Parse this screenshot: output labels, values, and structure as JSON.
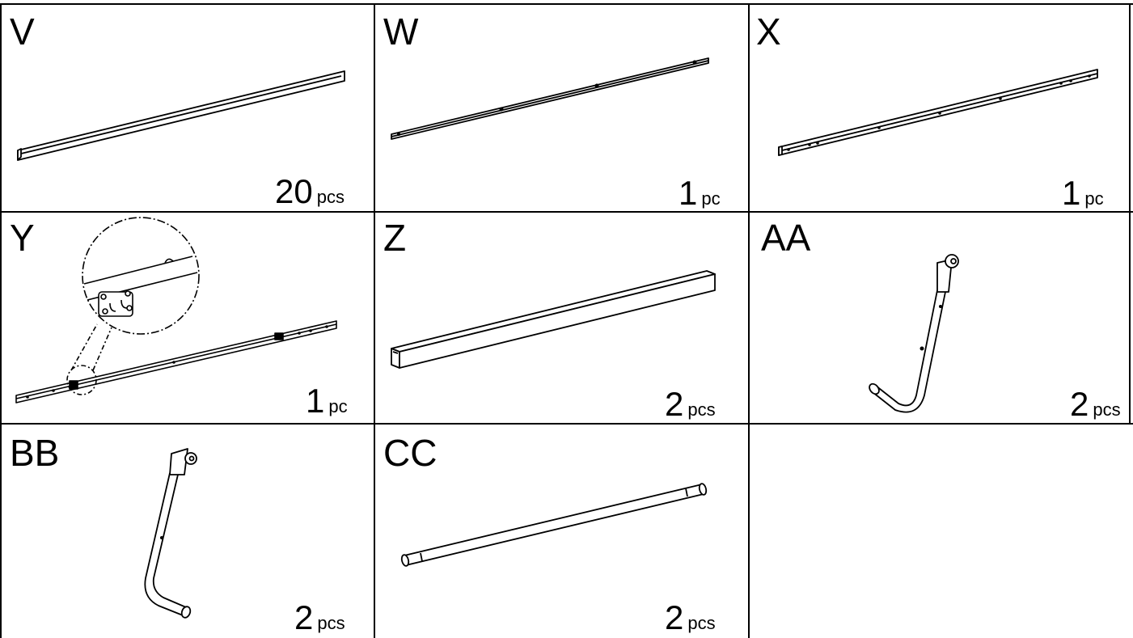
{
  "parts": [
    {
      "label": "V",
      "count": "20",
      "unit": "pcs",
      "icon": "flat-bar-icon"
    },
    {
      "label": "W",
      "count": "1",
      "unit": "pc",
      "icon": "thin-bar-icon"
    },
    {
      "label": "X",
      "count": "1",
      "unit": "pc",
      "icon": "perforated-bar-icon"
    },
    {
      "label": "Y",
      "count": "1",
      "unit": "pc",
      "icon": "bracket-bar-icon"
    },
    {
      "label": "Z",
      "count": "2",
      "unit": "pcs",
      "icon": "square-tube-icon"
    },
    {
      "label": "AA",
      "count": "2",
      "unit": "pcs",
      "icon": "curved-leg-icon"
    },
    {
      "label": "BB",
      "count": "2",
      "unit": "pcs",
      "icon": "curved-leg-icon"
    },
    {
      "label": "CC",
      "count": "2",
      "unit": "pcs",
      "icon": "round-tube-icon"
    }
  ]
}
